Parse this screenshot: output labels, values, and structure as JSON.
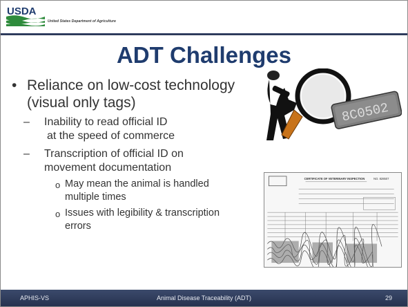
{
  "header": {
    "logo_text": "USDA",
    "agency_text": "United States Department of Agriculture",
    "logo_colors": {
      "navy": "#1f3c6e",
      "green": "#2e8b3c"
    }
  },
  "slide": {
    "title": "ADT Challenges",
    "bullets": [
      {
        "lines": [
          "Reliance on low-cost technology",
          "(visual only tags)"
        ],
        "marker": "•",
        "children": [
          {
            "marker": "–",
            "lines": [
              "Inability to read official ID",
              "at the speed of commerce"
            ]
          },
          {
            "marker": "–",
            "lines": [
              "Transcription of official ID on",
              "movement documentation"
            ],
            "children": [
              {
                "marker": "o",
                "lines": [
                  "May mean the animal is handled",
                  "multiple times"
                ]
              },
              {
                "marker": "o",
                "lines": [
                  "Issues with legibility & transcription",
                  "errors"
                ]
              }
            ]
          }
        ]
      }
    ]
  },
  "images": {
    "tag_text": "8C0502",
    "certificate_title": "CERTIFICATE OF VETERINARY INSPECTION",
    "certificate_number": "NO. 828507"
  },
  "footer": {
    "left": "APHIS-VS",
    "center": "Animal Disease Traceability (ADT)",
    "page": "29"
  }
}
